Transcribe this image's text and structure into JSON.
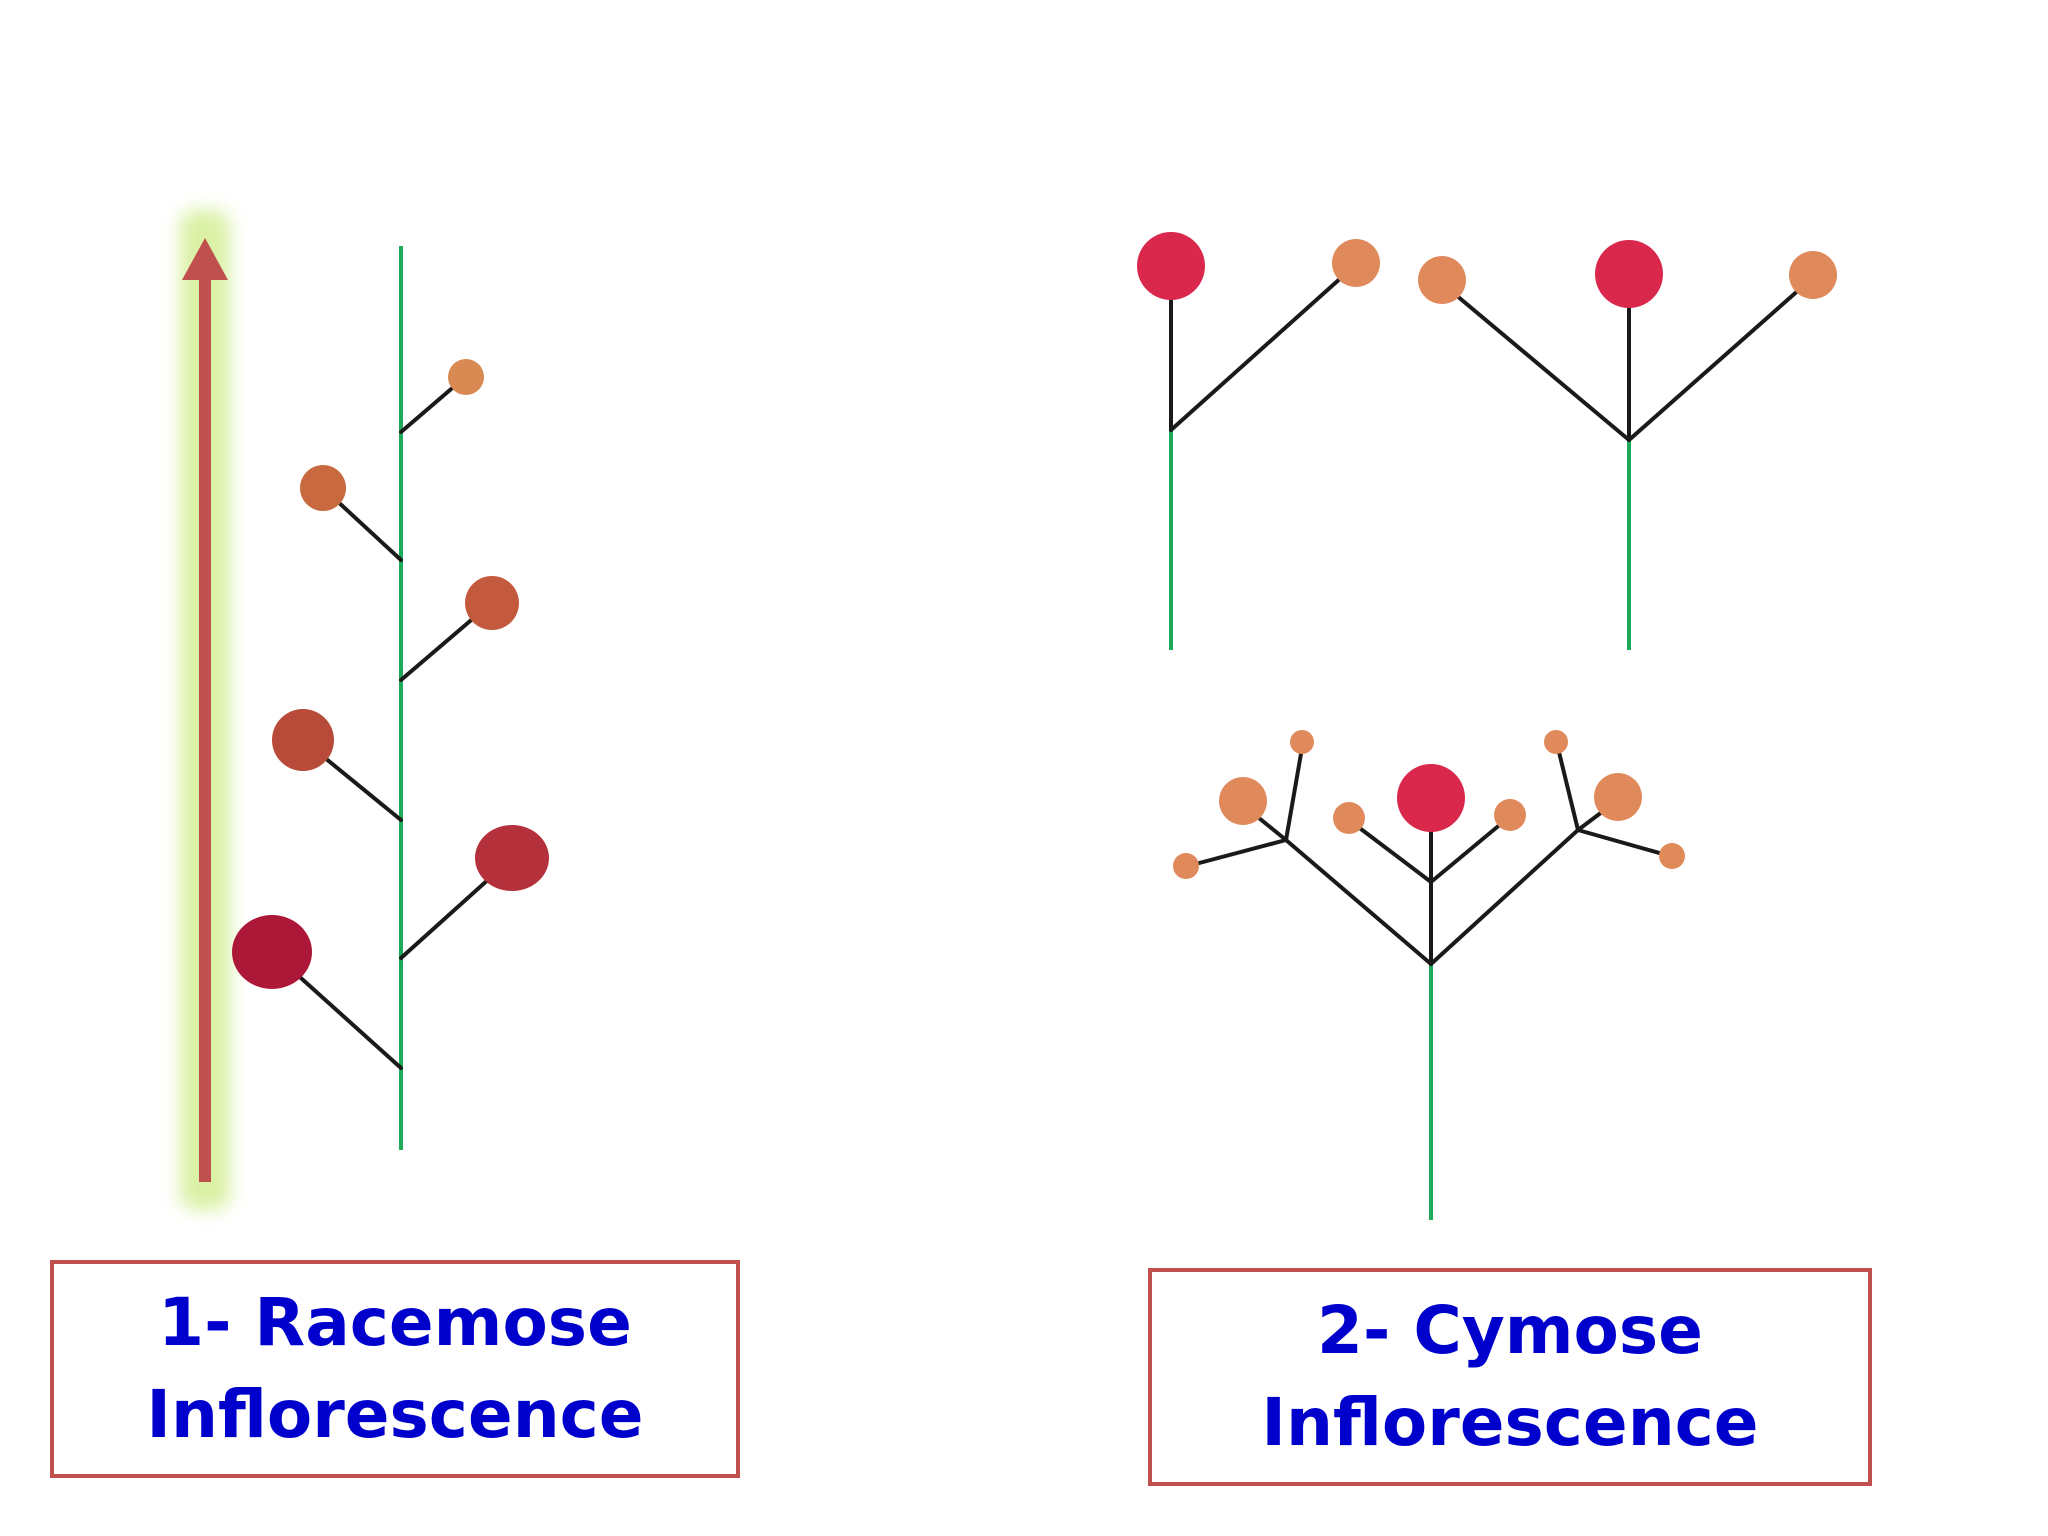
{
  "panels": {
    "racemose": {
      "line1": "1- Racemose",
      "line2": "Inflorescence"
    },
    "cymose": {
      "line1": "2- Cymose",
      "line2": "Inflorescence"
    }
  },
  "colors": {
    "stem": "#1faa59",
    "pedicel": "#1a1a1a",
    "flower_old": "#b0163a",
    "flower_mid": "#c9573f",
    "flower_young": "#d98a52",
    "cyme_terminal": "#d9284c",
    "cyme_lateral": "#e08a5c",
    "arrow": "#c0504d",
    "arrow_glow": "#d6ef9a",
    "label_text": "#0000cc",
    "label_border": "#c0504d"
  }
}
